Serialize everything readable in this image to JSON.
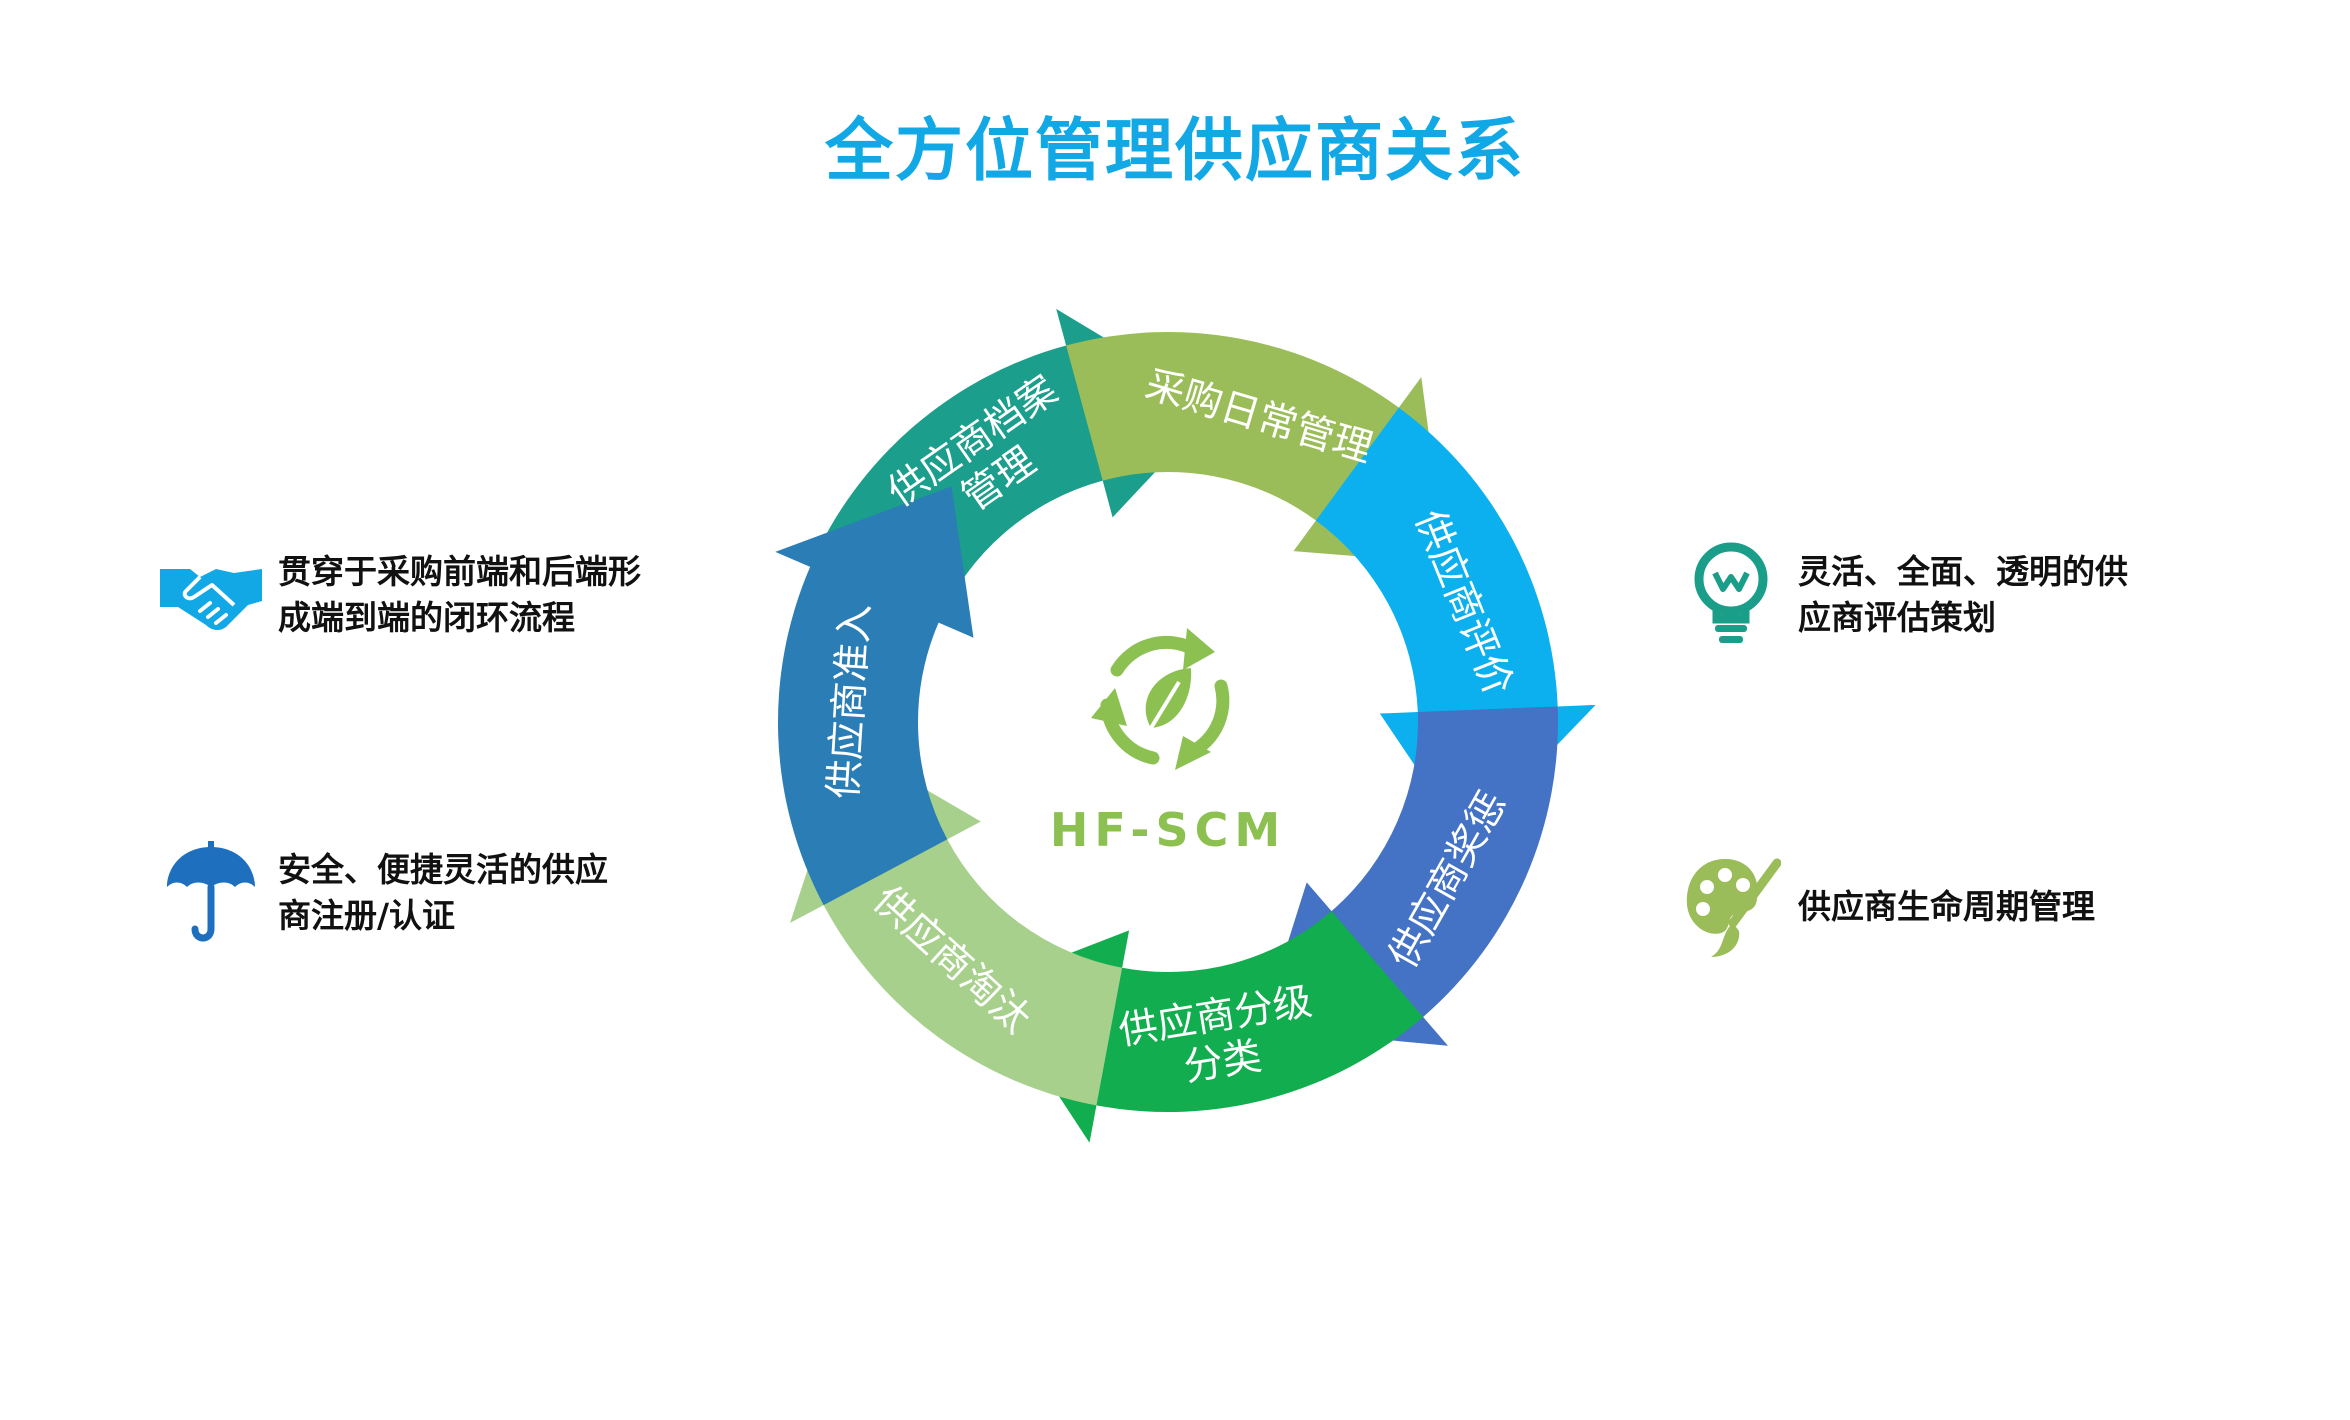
{
  "title": "全方位管理供应商关系",
  "center": {
    "label": "HF-SCM",
    "icon": "recycle-leaf-icon"
  },
  "cycle": [
    {
      "label_lines": [
        "供应商准入"
      ],
      "color": "#2a7db5"
    },
    {
      "label_lines": [
        "供应商档案",
        "管理"
      ],
      "color": "#1b9e8b"
    },
    {
      "label_lines": [
        "采购日常管理"
      ],
      "color": "#9bbd59"
    },
    {
      "label_lines": [
        "供应商评价"
      ],
      "color": "#0cb0ee"
    },
    {
      "label_lines": [
        "供应商奖惩"
      ],
      "color": "#4472c4"
    },
    {
      "label_lines": [
        "供应商分级",
        "分类"
      ],
      "color": "#12ad4e"
    },
    {
      "label_lines": [
        "供应商淘汰"
      ],
      "color": "#a8d08d"
    }
  ],
  "features": {
    "left": [
      {
        "icon": "handshake-icon",
        "icon_color": "#12a8e6",
        "text": "贯穿于采购前端和后端形\n成端到端的闭环流程"
      },
      {
        "icon": "umbrella-icon",
        "icon_color": "#1f6fbf",
        "text": "安全、便捷灵活的供应\n商注册/认证"
      }
    ],
    "right": [
      {
        "icon": "lightbulb-icon",
        "icon_color": "#1a9e8a",
        "text": "灵活、全面、透明的供\n应商评估策划"
      },
      {
        "icon": "palette-icon",
        "icon_color": "#9bbd59",
        "text": "供应商生命周期管理"
      }
    ]
  }
}
